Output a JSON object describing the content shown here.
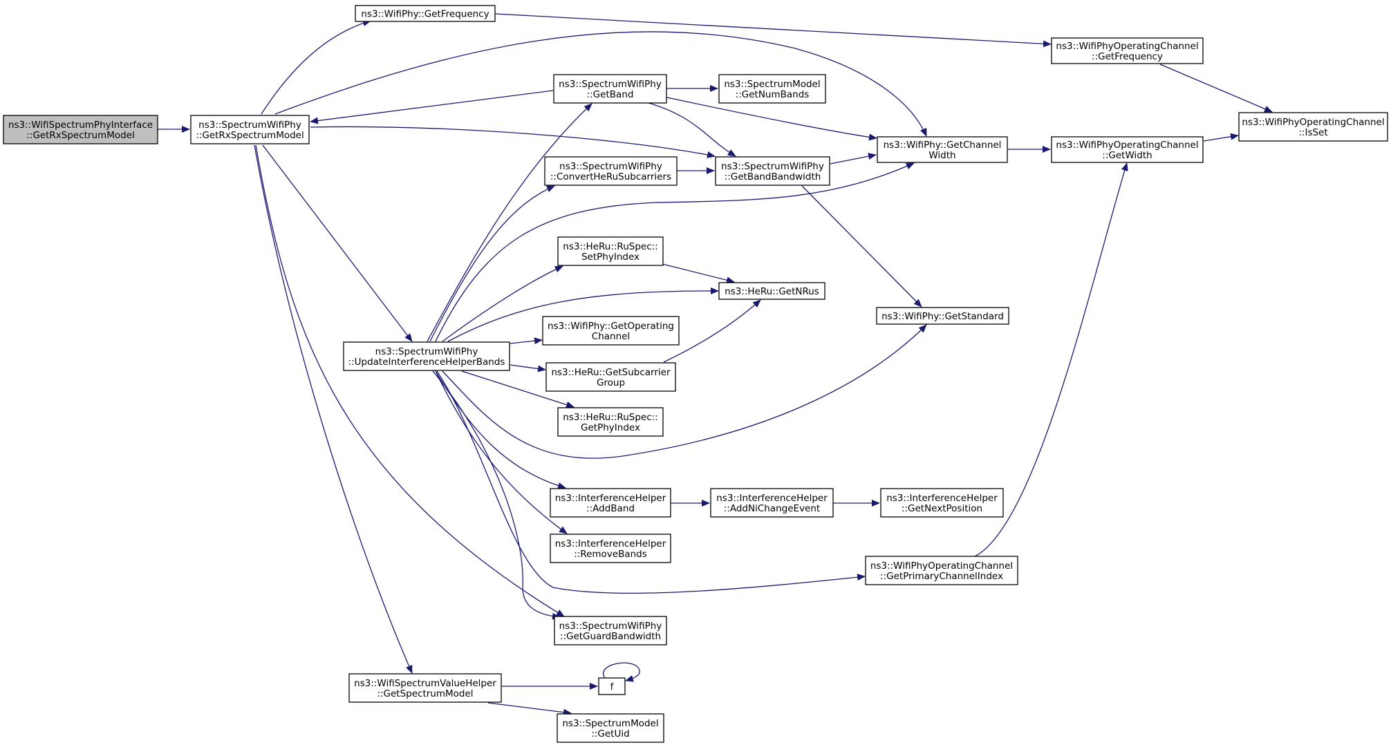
{
  "colors": {
    "edge": "#191970",
    "root_fill": "#bfbfbf",
    "node_fill": "#ffffff",
    "border": "#000000"
  },
  "nodes": [
    {
      "id": "root",
      "lines": [
        "ns3::WifiSpectrumPhyInterface",
        "::GetRxSpectrumModel"
      ],
      "root": true
    },
    {
      "id": "sp_getrx",
      "lines": [
        "ns3::SpectrumWifiPhy",
        "::GetRxSpectrumModel"
      ]
    },
    {
      "id": "wp_getfreq",
      "lines": [
        "ns3::WifiPhy::GetFrequency"
      ]
    },
    {
      "id": "oc_getfreq",
      "lines": [
        "ns3::WifiPhyOperatingChannel",
        "::GetFrequency"
      ]
    },
    {
      "id": "oc_isset",
      "lines": [
        "ns3::WifiPhyOperatingChannel",
        "::IsSet"
      ]
    },
    {
      "id": "sp_getband",
      "lines": [
        "ns3::SpectrumWifiPhy",
        "::GetBand"
      ]
    },
    {
      "id": "sm_getnumbands",
      "lines": [
        "ns3::SpectrumModel",
        "::GetNumBands"
      ]
    },
    {
      "id": "wp_getchw",
      "lines": [
        "ns3::WifiPhy::GetChannel",
        "Width"
      ]
    },
    {
      "id": "oc_getwidth",
      "lines": [
        "ns3::WifiPhyOperatingChannel",
        "::GetWidth"
      ]
    },
    {
      "id": "sp_convert",
      "lines": [
        "ns3::SpectrumWifiPhy",
        "::ConvertHeRuSubcarriers"
      ]
    },
    {
      "id": "sp_getbandbw",
      "lines": [
        "ns3::SpectrumWifiPhy",
        "::GetBandBandwidth"
      ]
    },
    {
      "id": "ru_setphy",
      "lines": [
        "ns3::HeRu::RuSpec::",
        "SetPhyIndex"
      ]
    },
    {
      "id": "heru_getnrus",
      "lines": [
        "ns3::HeRu::GetNRus"
      ]
    },
    {
      "id": "wp_getstd",
      "lines": [
        "ns3::WifiPhy::GetStandard"
      ]
    },
    {
      "id": "wp_getopch",
      "lines": [
        "ns3::WifiPhy::GetOperating",
        "Channel"
      ]
    },
    {
      "id": "sp_update",
      "lines": [
        "ns3::SpectrumWifiPhy",
        "::UpdateInterferenceHelperBands"
      ]
    },
    {
      "id": "heru_getsub",
      "lines": [
        "ns3::HeRu::GetSubcarrier",
        "Group"
      ]
    },
    {
      "id": "ru_getphy",
      "lines": [
        "ns3::HeRu::RuSpec::",
        "GetPhyIndex"
      ]
    },
    {
      "id": "ih_addband",
      "lines": [
        "ns3::InterferenceHelper",
        "::AddBand"
      ]
    },
    {
      "id": "ih_addni",
      "lines": [
        "ns3::InterferenceHelper",
        "::AddNiChangeEvent"
      ]
    },
    {
      "id": "ih_getnext",
      "lines": [
        "ns3::InterferenceHelper",
        "::GetNextPosition"
      ]
    },
    {
      "id": "ih_remove",
      "lines": [
        "ns3::InterferenceHelper",
        "::RemoveBands"
      ]
    },
    {
      "id": "oc_getprim",
      "lines": [
        "ns3::WifiPhyOperatingChannel",
        "::GetPrimaryChannelIndex"
      ]
    },
    {
      "id": "sp_getguard",
      "lines": [
        "ns3::SpectrumWifiPhy",
        "::GetGuardBandwidth"
      ]
    },
    {
      "id": "svh_getsm",
      "lines": [
        "ns3::WifiSpectrumValueHelper",
        "::GetSpectrumModel"
      ]
    },
    {
      "id": "f",
      "lines": [
        "f"
      ]
    },
    {
      "id": "sm_getuid",
      "lines": [
        "ns3::SpectrumModel",
        "::GetUid"
      ]
    }
  ],
  "edges": [
    [
      "root",
      "sp_getrx"
    ],
    [
      "sp_getrx",
      "wp_getfreq"
    ],
    [
      "sp_getrx",
      "wp_getchw"
    ],
    [
      "sp_getrx",
      "sp_getbandbw"
    ],
    [
      "sp_getrx",
      "sp_update"
    ],
    [
      "sp_getrx",
      "sp_getguard"
    ],
    [
      "sp_getrx",
      "svh_getsm"
    ],
    [
      "wp_getfreq",
      "oc_getfreq"
    ],
    [
      "oc_getfreq",
      "oc_isset"
    ],
    [
      "sp_getband",
      "sp_getrx"
    ],
    [
      "sp_getband",
      "sm_getnumbands"
    ],
    [
      "sp_getband",
      "wp_getchw"
    ],
    [
      "sp_getband",
      "sp_getbandbw"
    ],
    [
      "sp_convert",
      "sp_getbandbw"
    ],
    [
      "sp_getbandbw",
      "wp_getchw"
    ],
    [
      "sp_getbandbw",
      "wp_getstd"
    ],
    [
      "wp_getchw",
      "oc_getwidth"
    ],
    [
      "oc_getwidth",
      "oc_isset"
    ],
    [
      "ru_setphy",
      "heru_getnrus"
    ],
    [
      "heru_getsub",
      "heru_getnrus"
    ],
    [
      "sp_update",
      "sp_getband"
    ],
    [
      "sp_update",
      "sp_convert"
    ],
    [
      "sp_update",
      "wp_getchw"
    ],
    [
      "sp_update",
      "ru_setphy"
    ],
    [
      "sp_update",
      "heru_getnrus"
    ],
    [
      "sp_update",
      "wp_getopch"
    ],
    [
      "sp_update",
      "heru_getsub"
    ],
    [
      "sp_update",
      "ru_getphy"
    ],
    [
      "sp_update",
      "wp_getstd"
    ],
    [
      "sp_update",
      "ih_addband"
    ],
    [
      "sp_update",
      "ih_remove"
    ],
    [
      "sp_update",
      "oc_getprim"
    ],
    [
      "sp_update",
      "sp_getguard"
    ],
    [
      "ih_addband",
      "ih_addni"
    ],
    [
      "ih_addni",
      "ih_getnext"
    ],
    [
      "oc_getprim",
      "oc_getwidth"
    ],
    [
      "svh_getsm",
      "f"
    ],
    [
      "svh_getsm",
      "sm_getuid"
    ],
    [
      "f",
      "f"
    ]
  ]
}
